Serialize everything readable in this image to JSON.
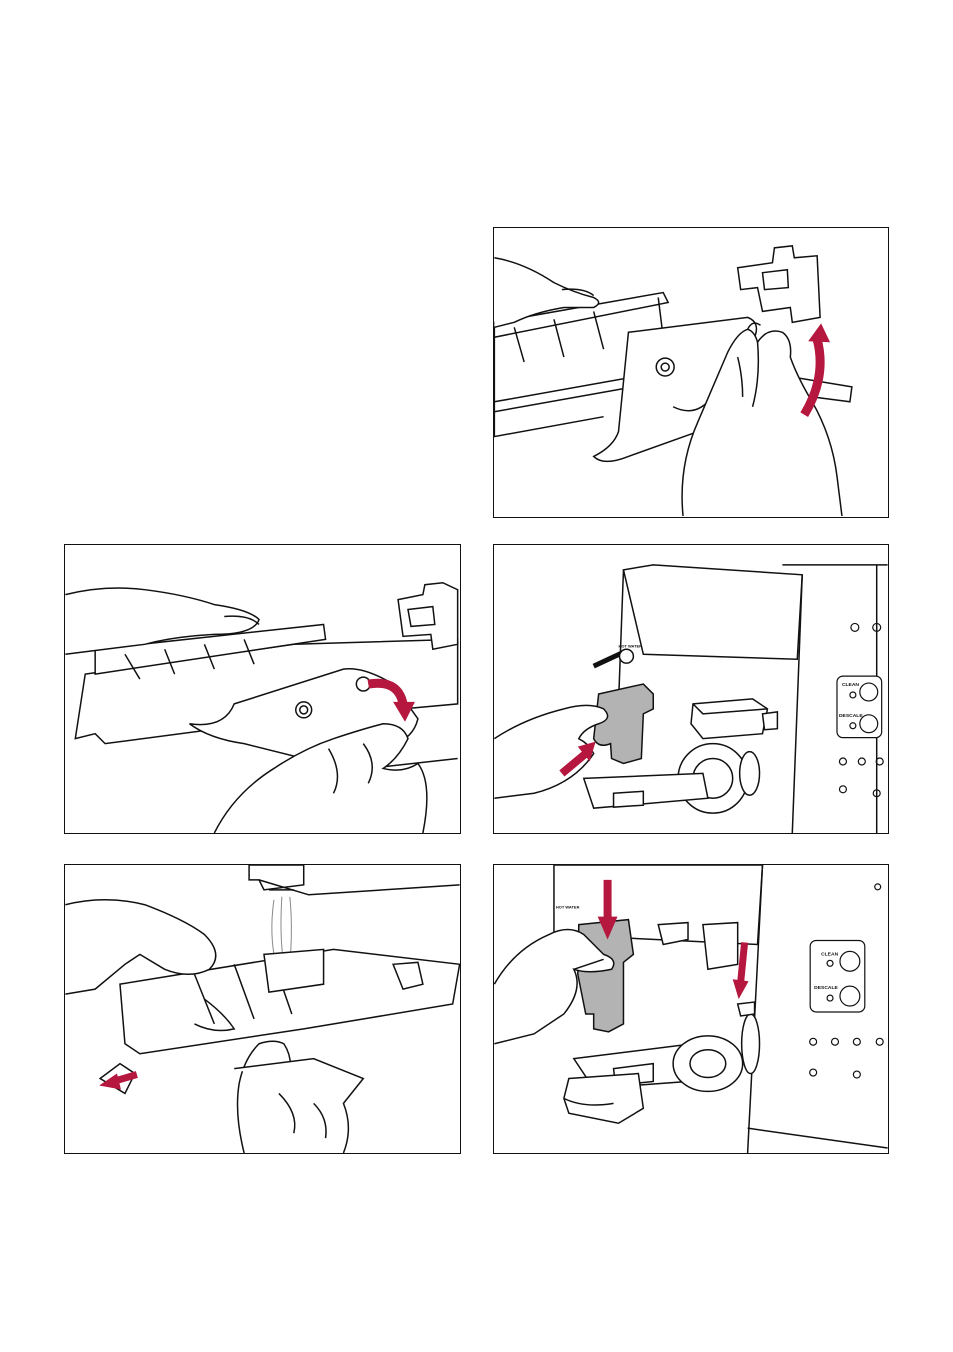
{
  "colors": {
    "arrow": "#b5173f",
    "line": "#111111",
    "grey_part": "#b3b3b3"
  },
  "panels": [
    {
      "id": "p1",
      "arrow_direction": "curved-up"
    },
    {
      "id": "p2",
      "arrow_direction": "curved-down"
    },
    {
      "id": "p3",
      "arrow_direction": "diagonal-up-right",
      "control_panel": {
        "clean_label": "CLEAN",
        "descale_label": "DESCALE",
        "switch_label": "HOT WATER"
      }
    },
    {
      "id": "p4",
      "arrow_direction": "left"
    },
    {
      "id": "p5",
      "arrow_direction": "down",
      "control_panel": {
        "clean_label": "CLEAN",
        "descale_label": "DESCALE",
        "switch_label": "HOT WATER"
      }
    }
  ]
}
